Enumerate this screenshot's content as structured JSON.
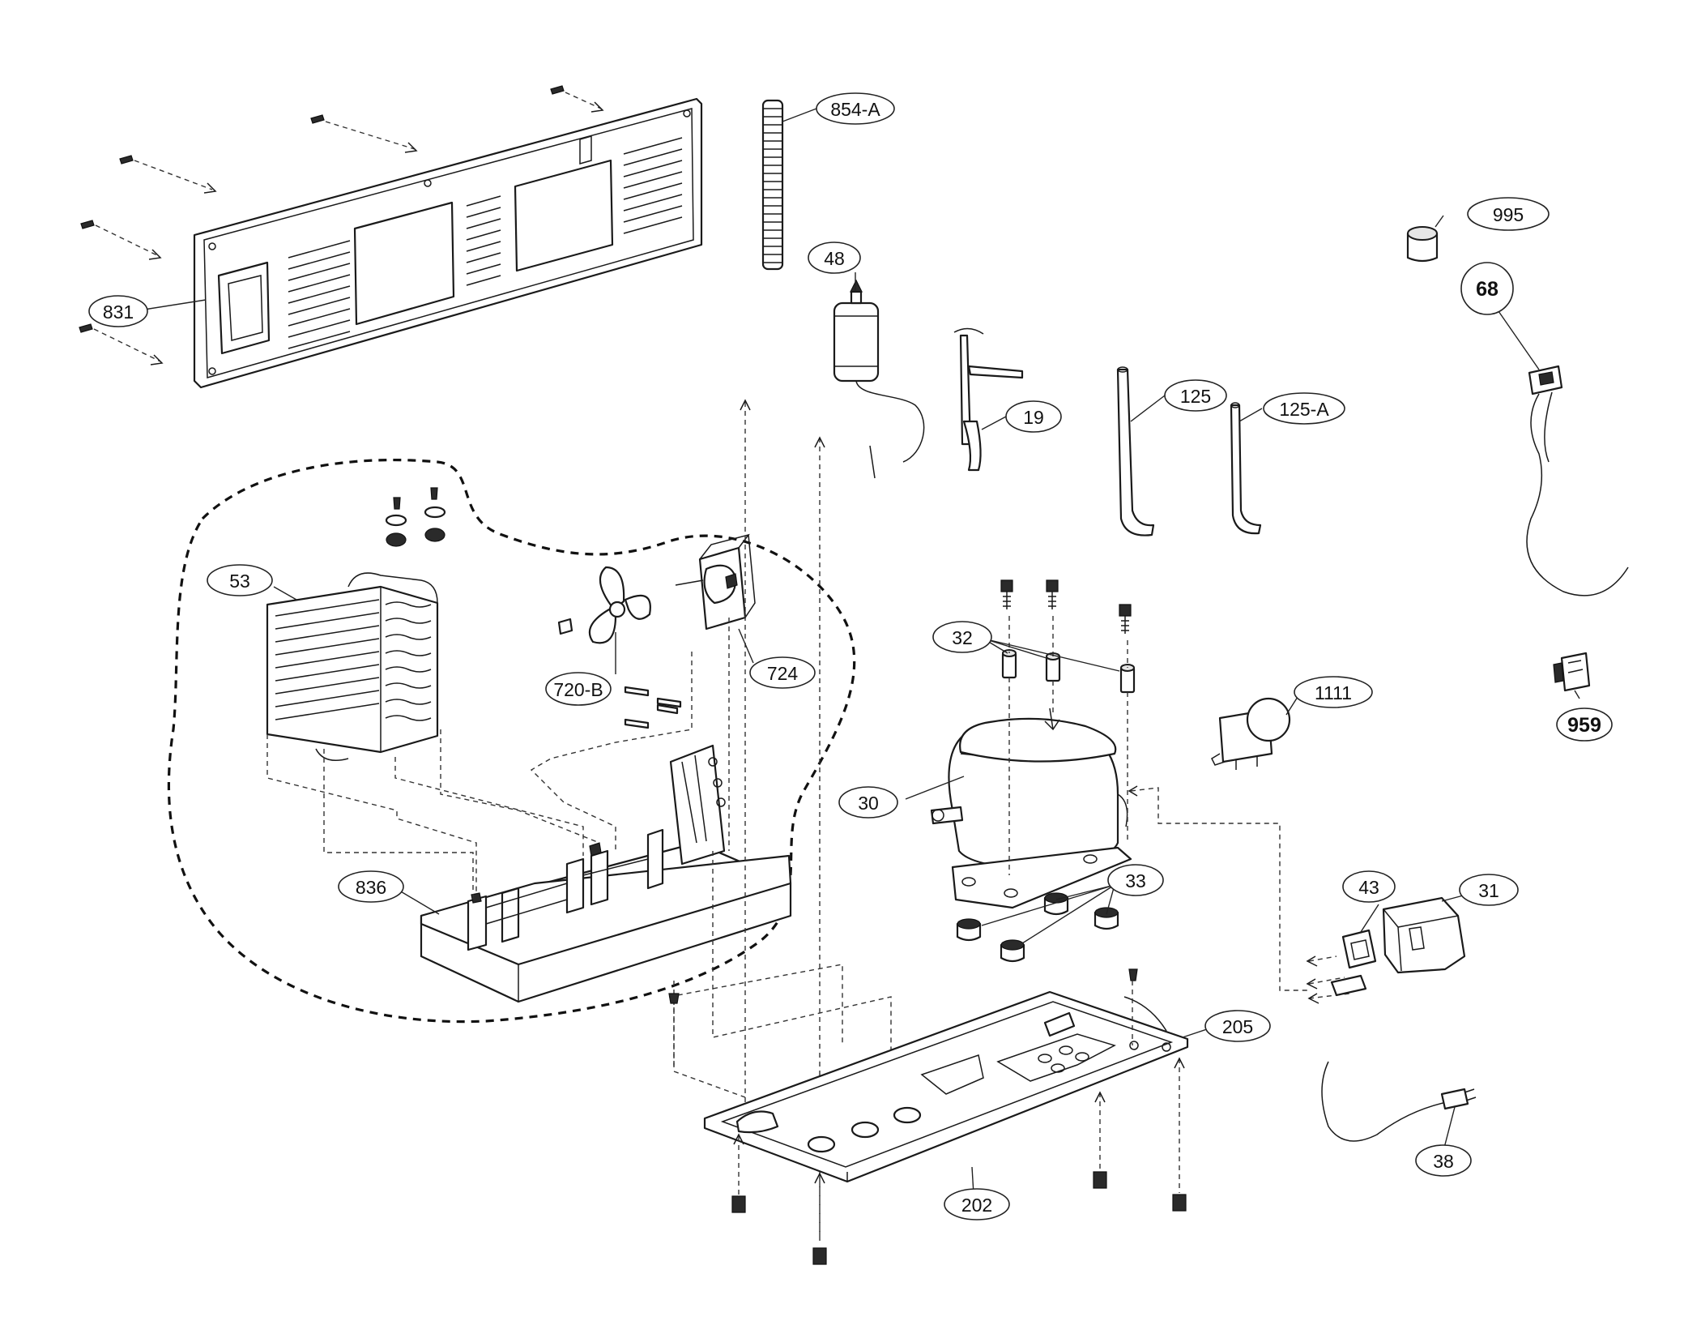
{
  "parts": [
    {
      "id": "831",
      "label": "831",
      "bold": false
    },
    {
      "id": "854-a",
      "label": "854-A",
      "bold": false
    },
    {
      "id": "48",
      "label": "48",
      "bold": false
    },
    {
      "id": "19",
      "label": "19",
      "bold": false
    },
    {
      "id": "125",
      "label": "125",
      "bold": false
    },
    {
      "id": "125-a",
      "label": "125-A",
      "bold": false
    },
    {
      "id": "995",
      "label": "995",
      "bold": false
    },
    {
      "id": "68",
      "label": "68",
      "bold": true
    },
    {
      "id": "53",
      "label": "53",
      "bold": false
    },
    {
      "id": "720-b",
      "label": "720-B",
      "bold": false
    },
    {
      "id": "724",
      "label": "724",
      "bold": false
    },
    {
      "id": "32",
      "label": "32",
      "bold": false
    },
    {
      "id": "1111",
      "label": "1111",
      "bold": false
    },
    {
      "id": "959",
      "label": "959",
      "bold": true
    },
    {
      "id": "30",
      "label": "30",
      "bold": false
    },
    {
      "id": "836",
      "label": "836",
      "bold": false
    },
    {
      "id": "33",
      "label": "33",
      "bold": false
    },
    {
      "id": "43",
      "label": "43",
      "bold": false
    },
    {
      "id": "31",
      "label": "31",
      "bold": false
    },
    {
      "id": "205",
      "label": "205",
      "bold": false
    },
    {
      "id": "202",
      "label": "202",
      "bold": false
    },
    {
      "id": "38",
      "label": "38",
      "bold": false
    }
  ]
}
